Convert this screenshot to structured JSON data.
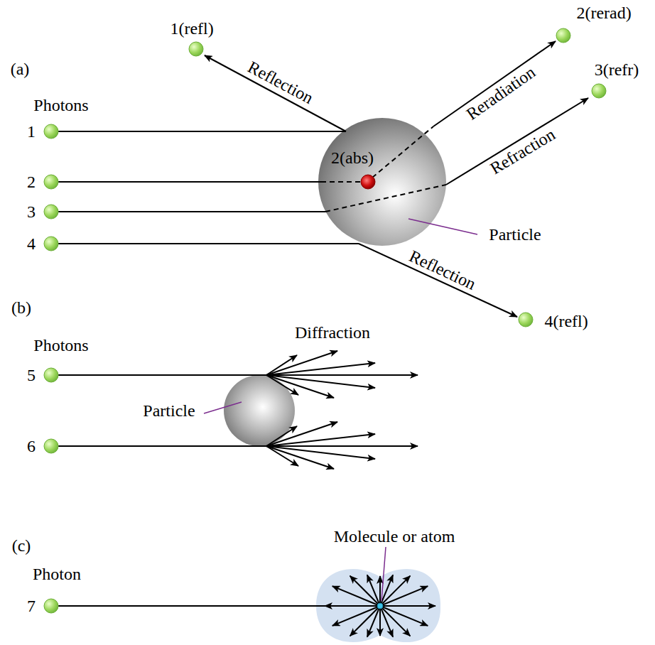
{
  "diagram": {
    "labels": [
      "(a)",
      "Photons",
      "1",
      "2",
      "3",
      "4",
      "1(refl)",
      "Reflection",
      "2(rerad)",
      "Reradiation",
      "3(refr)",
      "Refraction",
      "2(abs)",
      "Particle",
      "4(refl)",
      "Reflection",
      "(b)",
      "Photons",
      "5",
      "6",
      "Diffraction",
      "Particle",
      "(c)",
      "Photon",
      "7",
      "Molecule or atom"
    ]
  }
}
